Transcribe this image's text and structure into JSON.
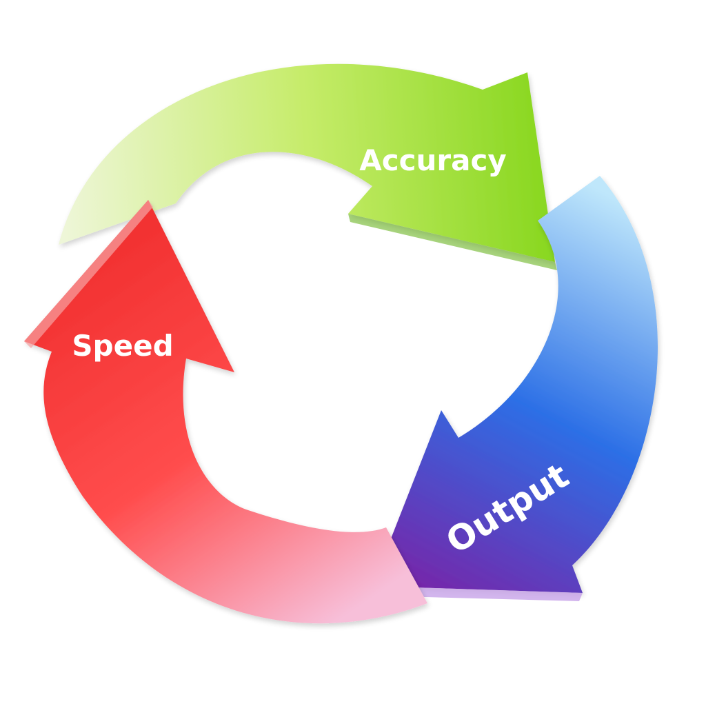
{
  "diagram": {
    "labels": {
      "accuracy": "Accuracy",
      "output": "Output",
      "speed": "Speed"
    },
    "colors": {
      "accuracy_light": "#eef6d8",
      "accuracy_mid": "#c6ec6a",
      "accuracy_dark": "#86d61c",
      "output_light": "#bfe7fb",
      "output_mid": "#2c6fe6",
      "output_dark": "#7a22a6",
      "speed_light": "#f7bfd9",
      "speed_mid": "#ff4d4d",
      "speed_dark": "#ef2b2b"
    }
  }
}
